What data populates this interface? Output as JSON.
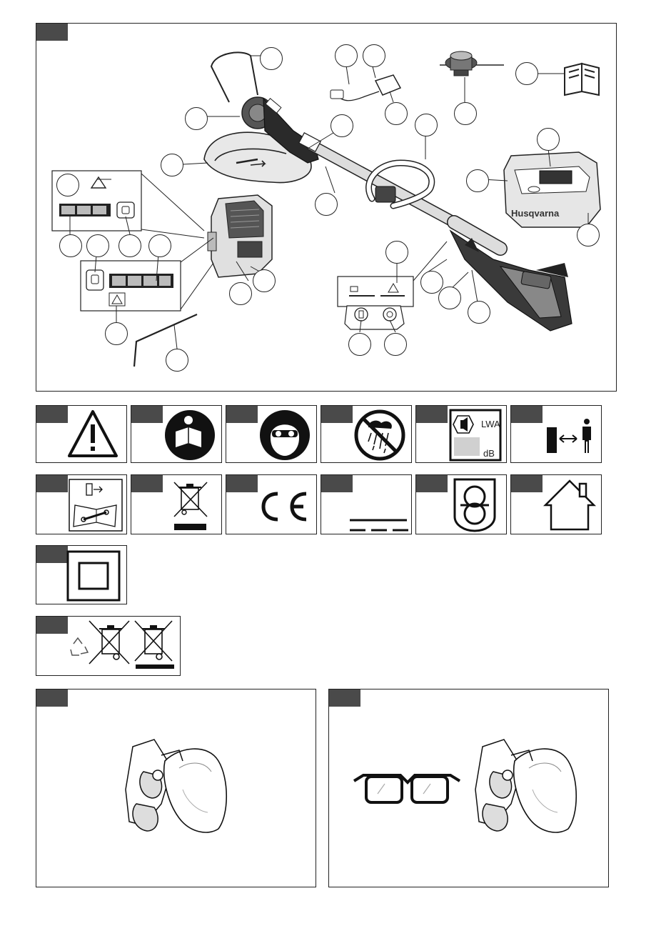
{
  "figure1": {
    "brand_text": "Husqvarna",
    "lwa_label": "LWA",
    "db_label": "dB"
  },
  "symbols": {
    "ce_mark": "CE"
  }
}
